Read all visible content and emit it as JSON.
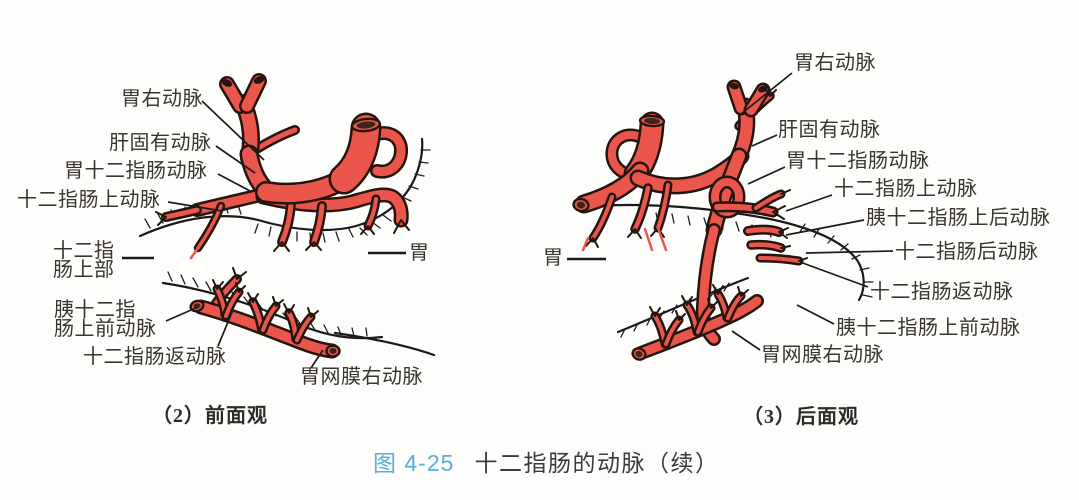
{
  "figure": {
    "number": "图 4-25",
    "title": "十二指肠的动脉（续）"
  },
  "anterior": {
    "caption": "（2）前面观",
    "labels": {
      "gastric_right": "胃右动脉",
      "hepatic_proper": "肝固有动脉",
      "gastroduodenal": "胃十二指肠动脉",
      "supraduodenal": "十二指肠上动脉",
      "duodenum_sup_l1": "十二指",
      "duodenum_sup_l2": "肠上部",
      "pd_ant_sup_l1": "胰十二指",
      "pd_ant_sup_l2": "肠上前动脉",
      "duodenal_recurrent": "十二指肠返动脉",
      "gastroepiploic_right": "胃网膜右动脉",
      "stomach": "胃"
    }
  },
  "posterior": {
    "caption": "（3）后面观",
    "labels": {
      "gastric_right": "胃右动脉",
      "hepatic_proper": "肝固有动脉",
      "gastroduodenal": "胃十二指肠动脉",
      "supraduodenal": "十二指肠上动脉",
      "pd_post_sup": "胰十二指肠上后动脉",
      "retroduodenal": "十二指肠后动脉",
      "duodenal_recurrent": "十二指肠返动脉",
      "pd_ant_sup": "胰十二指肠上前动脉",
      "gastroepiploic_right": "胃网膜右动脉",
      "stomach": "胃"
    }
  },
  "colors": {
    "artery": "#ea564b",
    "outline": "#26150f",
    "figure_number_blue": "#58aedd",
    "label_text": "#3a3531"
  }
}
